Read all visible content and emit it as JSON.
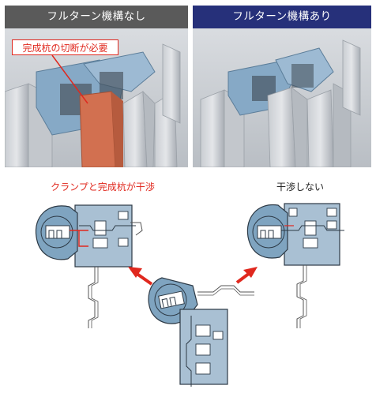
{
  "panels": {
    "left": {
      "header": "フルターン機構なし",
      "callout": "完成杭の切断が必要"
    },
    "right": {
      "header": "フルターン機構あり"
    }
  },
  "diagram": {
    "left_label": "クランプと完成杭が干渉",
    "right_label": "干渉しない"
  },
  "colors": {
    "left_header_bg": "#5a5a5a",
    "right_header_bg": "#26307a",
    "callout_red": "#e0281e",
    "clamp_blue": "#7fa4c0",
    "pile_orange": "#d27050",
    "arrow_red": "#e0281e"
  }
}
